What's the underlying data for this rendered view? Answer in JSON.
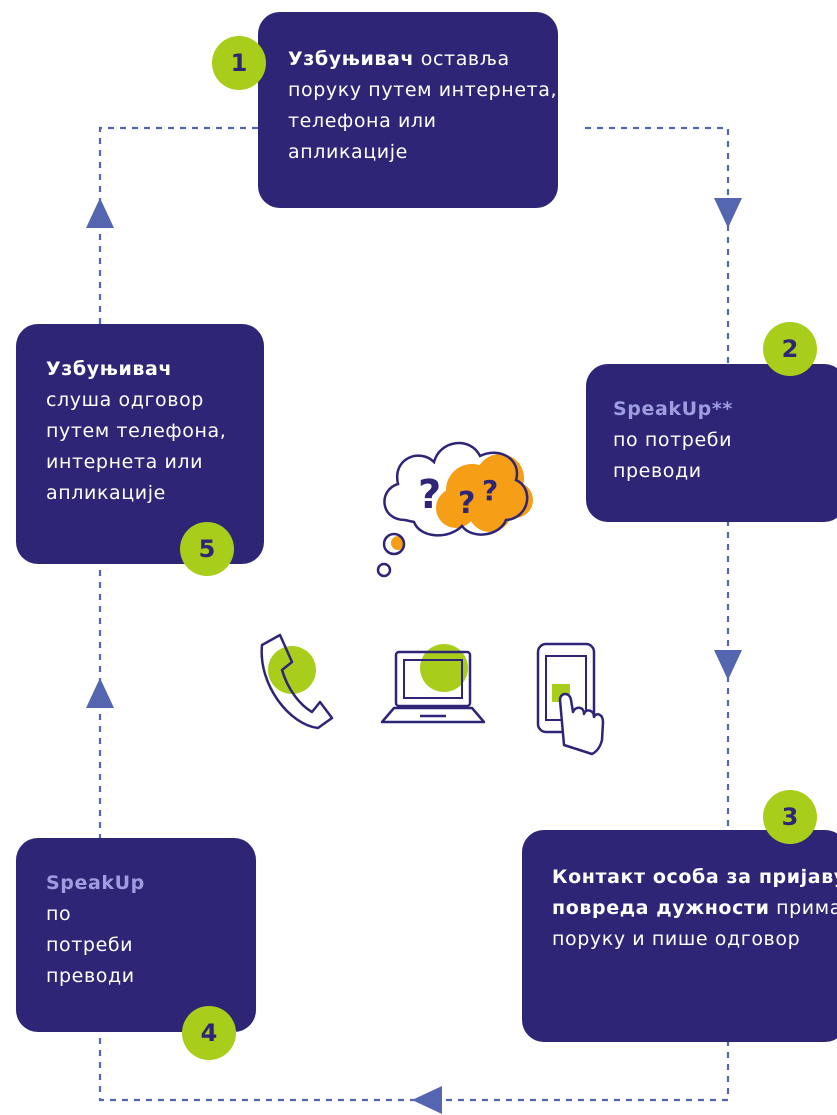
{
  "steps": [
    {
      "number": "1",
      "bold": "Узбуњивач",
      "rest": " оставља поруку путем интернета, телефона или апликације"
    },
    {
      "number": "2",
      "highlight": "SpeakUp**",
      "rest": "по потреби преводи"
    },
    {
      "number": "3",
      "bold": "Контакт особа за пријаву повреда дужности",
      "rest": " прима поруку и пише одговор"
    },
    {
      "number": "4",
      "highlight": "SpeakUp",
      "rest": "по потреби преводи"
    },
    {
      "number": "5",
      "bold": "Узбуњивач",
      "rest": "слуша одговор путем телефона, интернета или апликације"
    }
  ],
  "question_marks": [
    "?",
    "?",
    "?"
  ],
  "icons": [
    "thought-cloud-icon",
    "phone-icon",
    "laptop-icon",
    "tablet-tap-icon"
  ],
  "colors": {
    "box": "#2e2577",
    "badge": "#a8cd1b",
    "line": "#5566b0",
    "orange": "#f59e16",
    "highlight_text": "#9e9de0"
  }
}
